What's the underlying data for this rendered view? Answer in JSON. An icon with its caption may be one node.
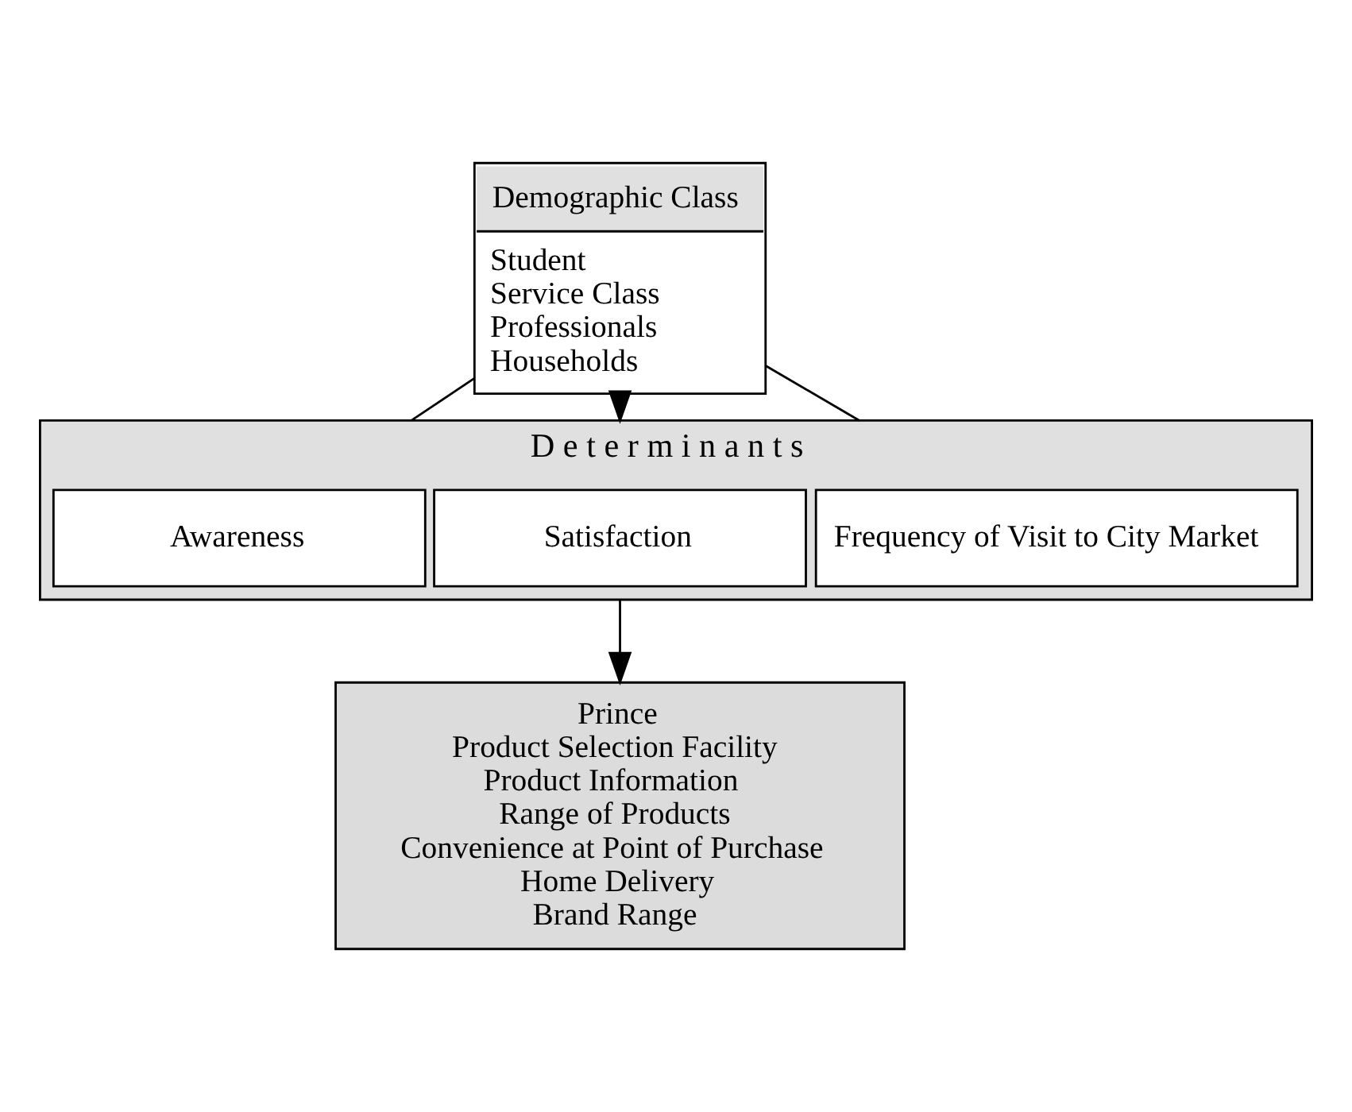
{
  "diagram": {
    "nodes": [
      {
        "text": [
          "Demographic Class",
          "Student",
          "Service Class",
          "Professionals",
          "Households"
        ]
      },
      {
        "text": [
          "D e t e r m i n a n t s"
        ]
      },
      {
        "text": [
          "Awareness"
        ],
        "in": 1
      },
      {
        "text": [
          "Satisfaction"
        ],
        "in": 1
      },
      {
        "text": [
          "Frequency of Visit to City Market"
        ],
        "in": 1
      },
      {
        "text": [
          "Prince",
          "Product Selection Facility",
          "Product Information",
          "Range of Products",
          "Convenience at Point of Purchase",
          "Home Delivery",
          "Brand Range"
        ]
      }
    ],
    "edges": [
      {
        "from": 0,
        "to": 1,
        "arrow": "none"
      },
      {
        "from": 0,
        "to": 1,
        "arrow": "to"
      },
      {
        "from": 0,
        "to": 1,
        "arrow": "none"
      },
      {
        "from": 1,
        "to": 5,
        "arrow": "to"
      }
    ]
  }
}
